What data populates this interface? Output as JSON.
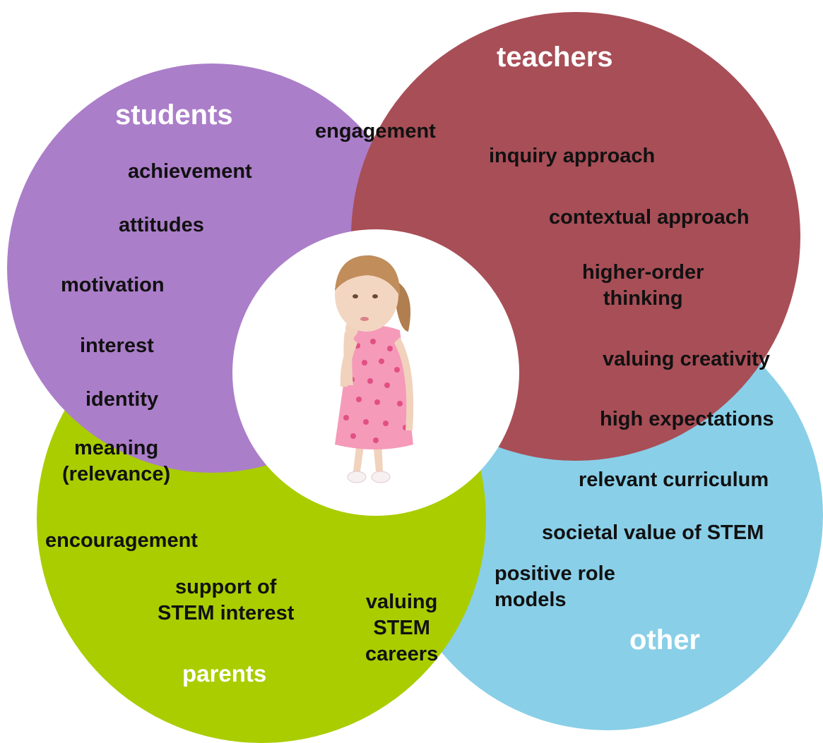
{
  "groups": {
    "students": {
      "title": "students",
      "color": "#ab7ec9",
      "items": [
        "achievement",
        "attitudes",
        "motivation",
        "interest",
        "identity"
      ]
    },
    "teachers": {
      "title": "teachers",
      "color": "#a84e57",
      "items": [
        "inquiry approach",
        "contextual approach",
        "higher-order\nthinking",
        "valuing creativity",
        "high expectations"
      ]
    },
    "parents": {
      "title": "parents",
      "color": "#aacd00",
      "items": [
        "meaning\n(relevance)",
        "encouragement",
        "support of\nSTEM interest",
        "valuing\nSTEM\ncareers"
      ]
    },
    "other": {
      "title": "other",
      "color": "#89cfe8",
      "items": [
        "relevant curriculum",
        "societal value of STEM",
        "positive role\nmodels"
      ]
    }
  },
  "shared": {
    "students_teachers": "engagement"
  },
  "center_image": "girl-thinking-photo"
}
